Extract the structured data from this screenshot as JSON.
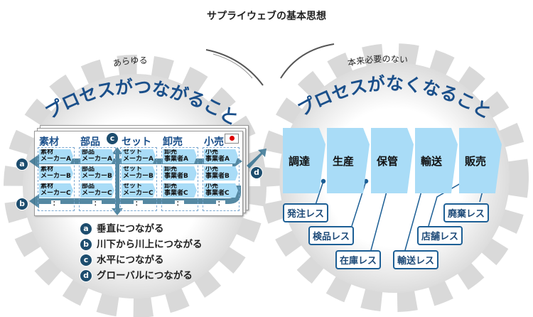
{
  "title": "サプライウェブの基本思想",
  "left": {
    "subtitle": "あらゆる",
    "heading": "プロセスがつながること",
    "columns": [
      {
        "header": "素材",
        "cells": [
          "素材",
          "メーカーA",
          "素材",
          "メーカーB",
          "素材",
          "メーカーC"
        ]
      },
      {
        "header": "部品",
        "cells": [
          "部品",
          "メーカーA",
          "部品",
          "メーカーB",
          "部品",
          "メーカーC"
        ]
      },
      {
        "header": "セット",
        "cells": [
          "セット",
          "メーカーA",
          "セット",
          "メーカーB",
          "セット",
          "メーカーC"
        ]
      },
      {
        "header": "卸売",
        "cells": [
          "卸売",
          "事業者A",
          "卸売",
          "事業者B",
          "卸売",
          "事業者C"
        ]
      },
      {
        "header": "小売",
        "cells": [
          "小売",
          "事業者A",
          "小売",
          "事業者B",
          "小売",
          "事業者C"
        ]
      }
    ],
    "ellipsis": "：",
    "legend": [
      {
        "badge": "a",
        "text": "垂直につながる"
      },
      {
        "badge": "b",
        "text": "川下から川上につながる"
      },
      {
        "badge": "c",
        "text": "水平につながる"
      },
      {
        "badge": "d",
        "text": "グローバルにつながる"
      }
    ]
  },
  "right": {
    "subtitle": "本来必要のない",
    "heading": "プロセスがなくなること",
    "steps": [
      "調達",
      "生産",
      "保管",
      "輸送",
      "販売"
    ],
    "labels": [
      "発注レス",
      "検品レス",
      "在庫レス",
      "輸送レス",
      "店舗レス",
      "廃棄レス"
    ]
  },
  "colors": {
    "accent": "#1a4f8a",
    "chevron": "#a9dcf7",
    "badge": "#1d4d6e"
  }
}
